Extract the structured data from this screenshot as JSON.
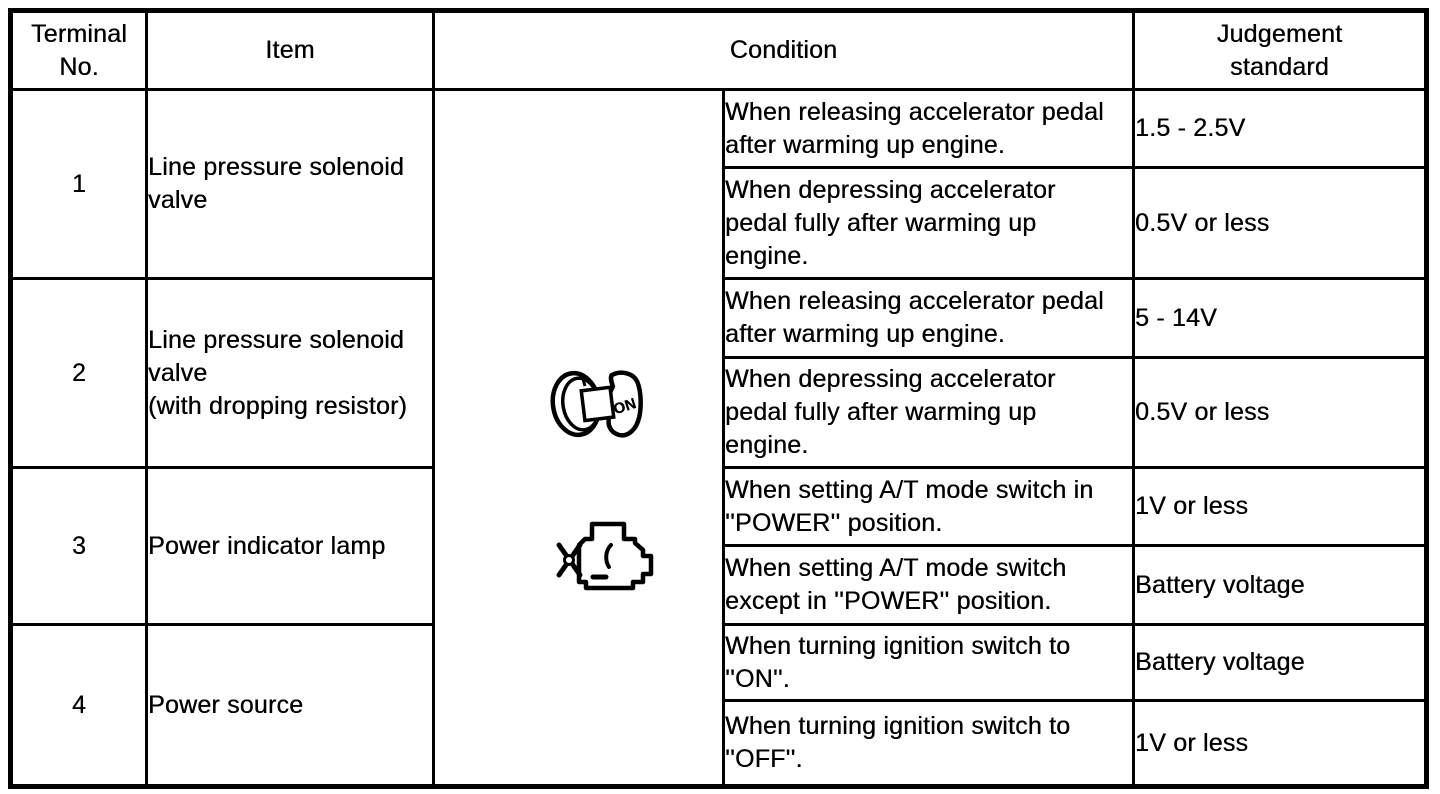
{
  "page": {
    "background": "#ffffff",
    "ink": "#000000"
  },
  "table": {
    "headers": {
      "terminal": "Terminal\nNo.",
      "item": "Item",
      "condition": "Condition",
      "judgement": "Judgement\nstandard"
    },
    "icons": {
      "ignition": {
        "name": "ignition-switch-on-icon",
        "label": "ON"
      },
      "engine": {
        "name": "engine-icon"
      }
    },
    "groups": [
      {
        "terminal": "1",
        "item": "Line pressure solenoid\nvalve",
        "rows": [
          {
            "condition": "When releasing accelerator pedal\nafter warming up engine.",
            "standard": "1.5 - 2.5V"
          },
          {
            "condition": "When depressing accelerator\npedal fully after warming up\nengine.",
            "standard": "0.5V or less"
          }
        ]
      },
      {
        "terminal": "2",
        "item": "Line pressure solenoid\nvalve\n(with dropping resistor)",
        "rows": [
          {
            "condition": "When releasing accelerator pedal\nafter warming up engine.",
            "standard": "5 - 14V"
          },
          {
            "condition": "When depressing accelerator\npedal fully after warming up\nengine.",
            "standard": "0.5V or less"
          }
        ]
      },
      {
        "terminal": "3",
        "item": "Power indicator lamp",
        "rows": [
          {
            "condition": "When setting A/T mode switch in\n''POWER'' position.",
            "standard": "1V or less"
          },
          {
            "condition": "When setting A/T mode switch\nexcept in ''POWER'' position.",
            "standard": "Battery voltage"
          }
        ]
      },
      {
        "terminal": "4",
        "item": "Power source",
        "rows": [
          {
            "condition": "When turning ignition switch to\n''ON''.",
            "standard": "Battery voltage"
          },
          {
            "condition": "When turning ignition switch to\n''OFF''.",
            "standard": "1V or less"
          }
        ]
      }
    ]
  }
}
